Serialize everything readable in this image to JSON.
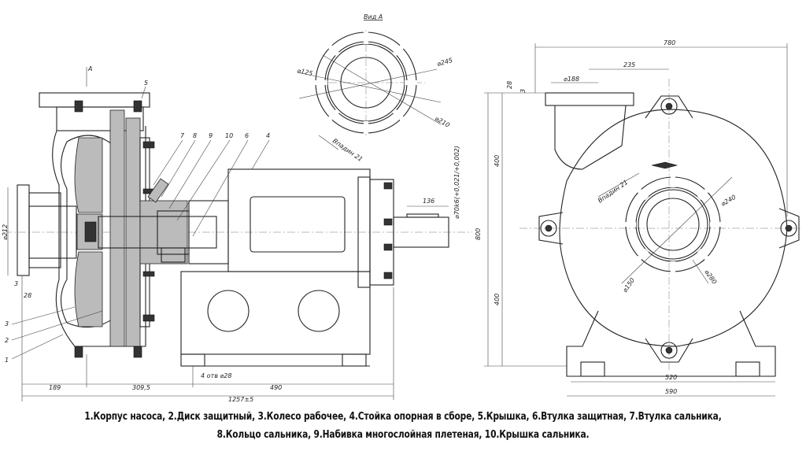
{
  "view_a": {
    "title": "Вид А",
    "d125": "⌀125",
    "d245": "⌀245",
    "d210": "⌀210",
    "slots": "Впадин 21"
  },
  "side_view": {
    "arrow_label": "А",
    "callouts": [
      "1",
      "2",
      "3",
      "4",
      "5",
      "6",
      "7",
      "8",
      "9",
      "10"
    ],
    "d212": "⌀212",
    "dim_3": "3",
    "dim_28": "28",
    "dim_189": "189",
    "dim_309_5": "309,5",
    "dim_490": "490",
    "dim_total": "1257±5",
    "holes": "4 отв ⌀28",
    "dim_136": "136",
    "shaft": "⌀70k6(+0,021/+0,002)",
    "dim_800": "800"
  },
  "front_view": {
    "dim_780": "780",
    "dim_235": "235",
    "d188": "⌀188",
    "dim_28": "28",
    "dim_3": "3",
    "dim_400_top": "400",
    "dim_400_bottom": "400",
    "d240": "⌀240",
    "d150": "⌀150",
    "d280": "⌀280",
    "slots": "Впадин 21",
    "dim_520": "520",
    "dim_590": "590"
  },
  "caption": {
    "line1": "1.Корпус насоса, 2.Диск защитный, 3.Колесо рабочее, 4.Стойка опорная в сборе, 5.Крышка, 6.Втулка защитная, 7.Втулка сальника,",
    "line2": "8.Кольцо сальника, 9.Набивка многослойная плетеная, 10.Крышка сальника."
  }
}
